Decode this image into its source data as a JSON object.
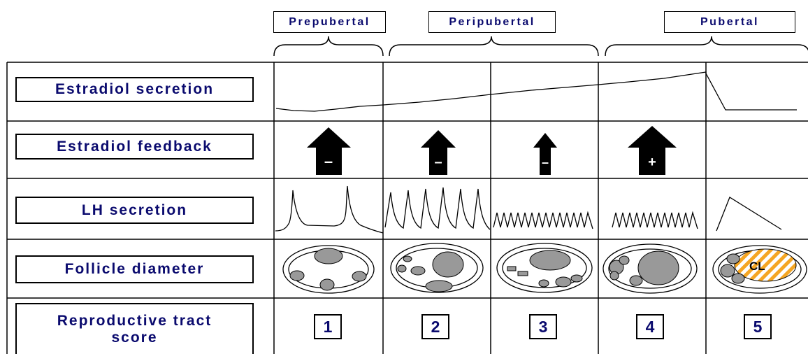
{
  "stages": [
    "Prepubertal",
    "Peripubertal",
    "Pubertal"
  ],
  "rows": [
    "Estradiol secretion",
    "Estradiol feedback",
    "LH secretion",
    "Follicle diameter",
    "Reproductive tract score"
  ],
  "feedback_signs": [
    "–",
    "–",
    "–",
    "+"
  ],
  "corpus_luteum_label": "CL",
  "scores": [
    "1",
    "2",
    "3",
    "4",
    "5"
  ],
  "colors": {
    "label_text": "#0a0a6e",
    "cl_stripe": "#f5a623",
    "follicle_fill": "#999999"
  }
}
